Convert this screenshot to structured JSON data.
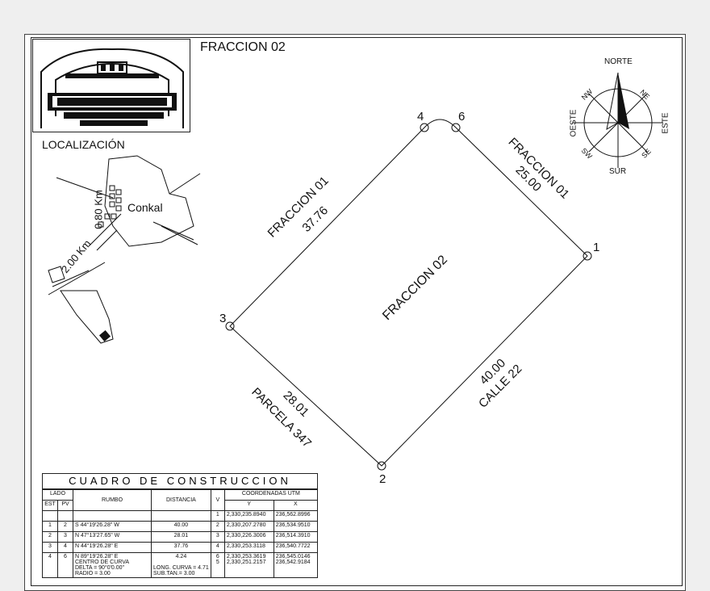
{
  "title": "FRACCION 02",
  "localizacion": {
    "heading": "LOCALIZACIÓN",
    "town": "Conkal",
    "dist1": "0.80 Km",
    "dist2": "2.00 Km"
  },
  "compass": {
    "north": "NORTE",
    "south": "SUR",
    "east": "ESTE",
    "west": "OESTE",
    "ne": "NE",
    "nw": "NW",
    "se": "SE",
    "sw": "SW"
  },
  "plot": {
    "center_label": "FRACCION 02",
    "top_left_name": "FRACCION 01",
    "top_left_dist": "37.76",
    "top_right_name": "FRACCION 01",
    "top_right_dist": "25.00",
    "bottom_left_name": "PARCELA 347",
    "bottom_left_dist": "28.01",
    "bottom_right_name": "CALLE 22",
    "bottom_right_dist": "40.00",
    "points": [
      "1",
      "2",
      "3",
      "4",
      "6"
    ]
  },
  "table": {
    "title": "CUADRO DE CONSTRUCCION",
    "h_lado": "LADO",
    "h_est": "EST",
    "h_pv": "PV",
    "h_rumbo": "RUMBO",
    "h_dist": "DISTANCIA",
    "h_v": "V",
    "h_coord": "COORDENADAS UTM",
    "h_y": "Y",
    "h_x": "X",
    "first": {
      "v": "1",
      "y": "2,330,235.8940",
      "x": "236,562.8996"
    },
    "rows": [
      {
        "est": "1",
        "pv": "2",
        "rumbo": "S 44°19'26.28\" W",
        "dist": "40.00",
        "v": "2",
        "y": "2,330,207.2780",
        "x": "236,534.9510"
      },
      {
        "est": "2",
        "pv": "3",
        "rumbo": "N 47°13'27.65\" W",
        "dist": "28.01",
        "v": "3",
        "y": "2,330,226.3006",
        "x": "236,514.3910"
      },
      {
        "est": "3",
        "pv": "4",
        "rumbo": "N 44°19'26.28\" E",
        "dist": "37.76",
        "v": "4",
        "y": "2,330,253.3118",
        "x": "236,540.7722"
      }
    ],
    "curve": {
      "est": "4",
      "pv": "6",
      "rumbo": "N 89°19'26.28\" E",
      "centro": "CENTRO DE CURVA",
      "delta": "DELTA = 90°0'0.00\"",
      "radio": "RADIO = 3.00",
      "dist": "4.24",
      "long": "LONG. CURVA = 4.71",
      "subtan": "SUB.TAN.= 3.00",
      "v6": "6",
      "v5": "5",
      "y6": "2,330,253.3619",
      "x6": "236,545.0146",
      "y5": "2,330,251.2157",
      "x5": "236,542.9184"
    }
  }
}
